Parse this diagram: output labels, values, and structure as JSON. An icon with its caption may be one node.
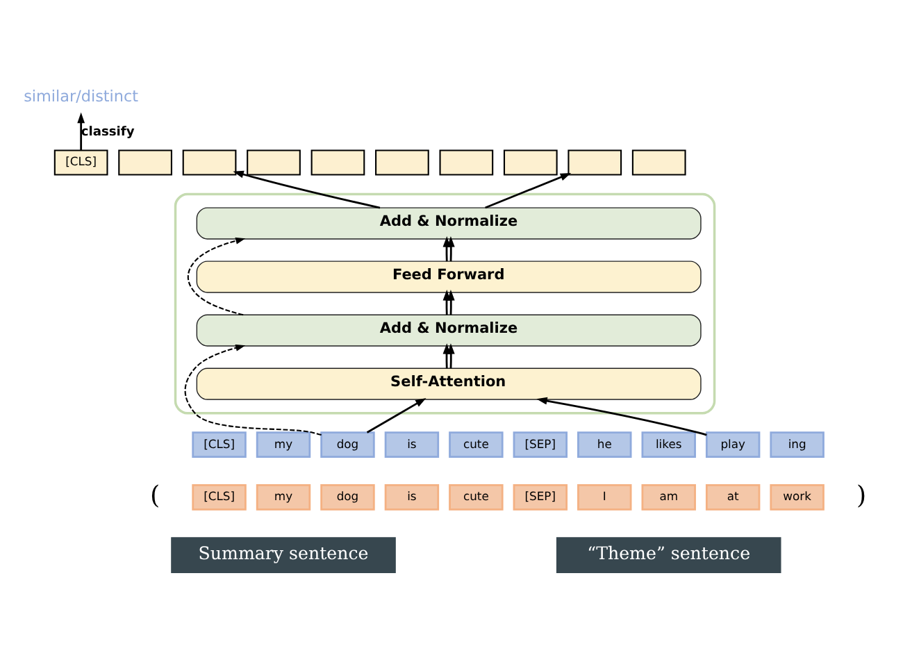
{
  "diagram": {
    "nodes": [
      {
        "text": [
          "similar/distinct"
        ]
      },
      {
        "text": [
          "[CLS]"
        ]
      },
      {
        "text": [],
        "shape": "box"
      },
      {
        "text": [],
        "shape": "box"
      },
      {
        "text": [],
        "shape": "box"
      },
      {
        "text": [],
        "shape": "box"
      },
      {
        "text": [],
        "shape": "box"
      },
      {
        "text": [],
        "shape": "box"
      },
      {
        "text": [],
        "shape": "box"
      },
      {
        "text": [],
        "shape": "box"
      },
      {
        "text": [],
        "shape": "box"
      },
      {
        "text": [],
        "shape": "box"
      },
      {
        "text": [
          "Add & Normalize"
        ],
        "in": 11
      },
      {
        "text": [
          "Feed Forward"
        ],
        "in": 11
      },
      {
        "text": [
          "Add & Normalize"
        ],
        "in": 11
      },
      {
        "text": [
          "Self-Attention"
        ],
        "in": 11
      },
      {
        "text": [
          "[CLS]"
        ]
      },
      {
        "text": [
          "my"
        ]
      },
      {
        "text": [
          "dog"
        ]
      },
      {
        "text": [
          "is"
        ]
      },
      {
        "text": [
          "cute"
        ]
      },
      {
        "text": [
          "[SEP]"
        ]
      },
      {
        "text": [
          "he"
        ]
      },
      {
        "text": [
          "likes"
        ]
      },
      {
        "text": [
          "play"
        ]
      },
      {
        "text": [
          "ing"
        ]
      },
      {
        "text": [
          "[CLS]"
        ]
      },
      {
        "text": [
          "my"
        ]
      },
      {
        "text": [
          "dog"
        ]
      },
      {
        "text": [
          "is"
        ]
      },
      {
        "text": [
          "cute"
        ]
      },
      {
        "text": [
          "[SEP]"
        ]
      },
      {
        "text": [
          "I"
        ]
      },
      {
        "text": [
          "am"
        ]
      },
      {
        "text": [
          "at"
        ]
      },
      {
        "text": [
          "work"
        ]
      }
    ],
    "edges": [
      {
        "from": 1,
        "to": 0,
        "arrow": "to",
        "label": "classify"
      },
      {
        "from": 18,
        "to": 15,
        "arrow": "to"
      },
      {
        "from": 24,
        "to": 15,
        "arrow": "to"
      },
      {
        "from": 18,
        "to": 14,
        "arrow": "to",
        "style": "dashed"
      },
      {
        "from": 15,
        "to": 14,
        "arrow": "to"
      },
      {
        "from": 15,
        "to": 14,
        "arrow": "to"
      },
      {
        "from": 14,
        "to": 13,
        "arrow": "to"
      },
      {
        "from": 14,
        "to": 13,
        "arrow": "to"
      },
      {
        "from": 14,
        "to": 12,
        "arrow": "to",
        "style": "dashed"
      },
      {
        "from": 13,
        "to": 12,
        "arrow": "to"
      },
      {
        "from": 13,
        "to": 12,
        "arrow": "to"
      },
      {
        "from": 12,
        "to": 3,
        "arrow": "to"
      },
      {
        "from": 12,
        "to": 9,
        "arrow": "to"
      }
    ],
    "labels": [
      "(",
      ")",
      "Summary sentence",
      "“Theme” sentence"
    ]
  }
}
